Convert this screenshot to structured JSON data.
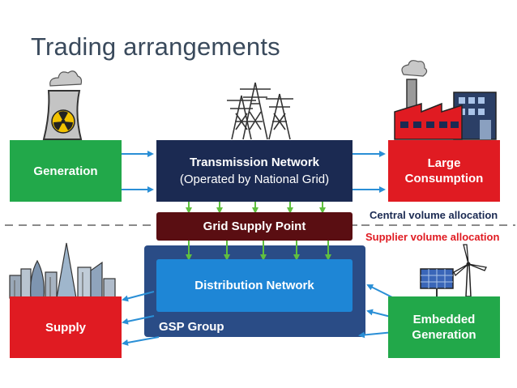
{
  "title": "Trading arrangements",
  "boxes": {
    "generation": "Generation",
    "transmission_title": "Transmission Network",
    "transmission_subtitle": "(Operated by National Grid)",
    "large_consumption_1": "Large",
    "large_consumption_2": "Consumption",
    "grid_supply_point": "Grid Supply Point",
    "distribution_network": "Distribution Network",
    "gsp_group": "GSP Group",
    "supply": "Supply",
    "embedded_generation_1": "Embedded",
    "embedded_generation_2": "Generation"
  },
  "allocation": {
    "central": "Central volume allocation",
    "supplier": "Supplier volume allocation"
  },
  "icons": [
    "nuclear-power-station-icon",
    "transmission-pylons-icon",
    "factory-icon",
    "city-skyline-icon",
    "solar-panel-icon",
    "wind-turbine-icon"
  ],
  "colors": {
    "green": "#22a84a",
    "red": "#e01b22",
    "navy": "#1b2a52",
    "maroon": "#5a0e12",
    "blue": "#1e86d6",
    "gsp_group": "#2a4c86",
    "arrow_blue": "#2a8fd6",
    "arrow_green": "#5fbf3f"
  }
}
